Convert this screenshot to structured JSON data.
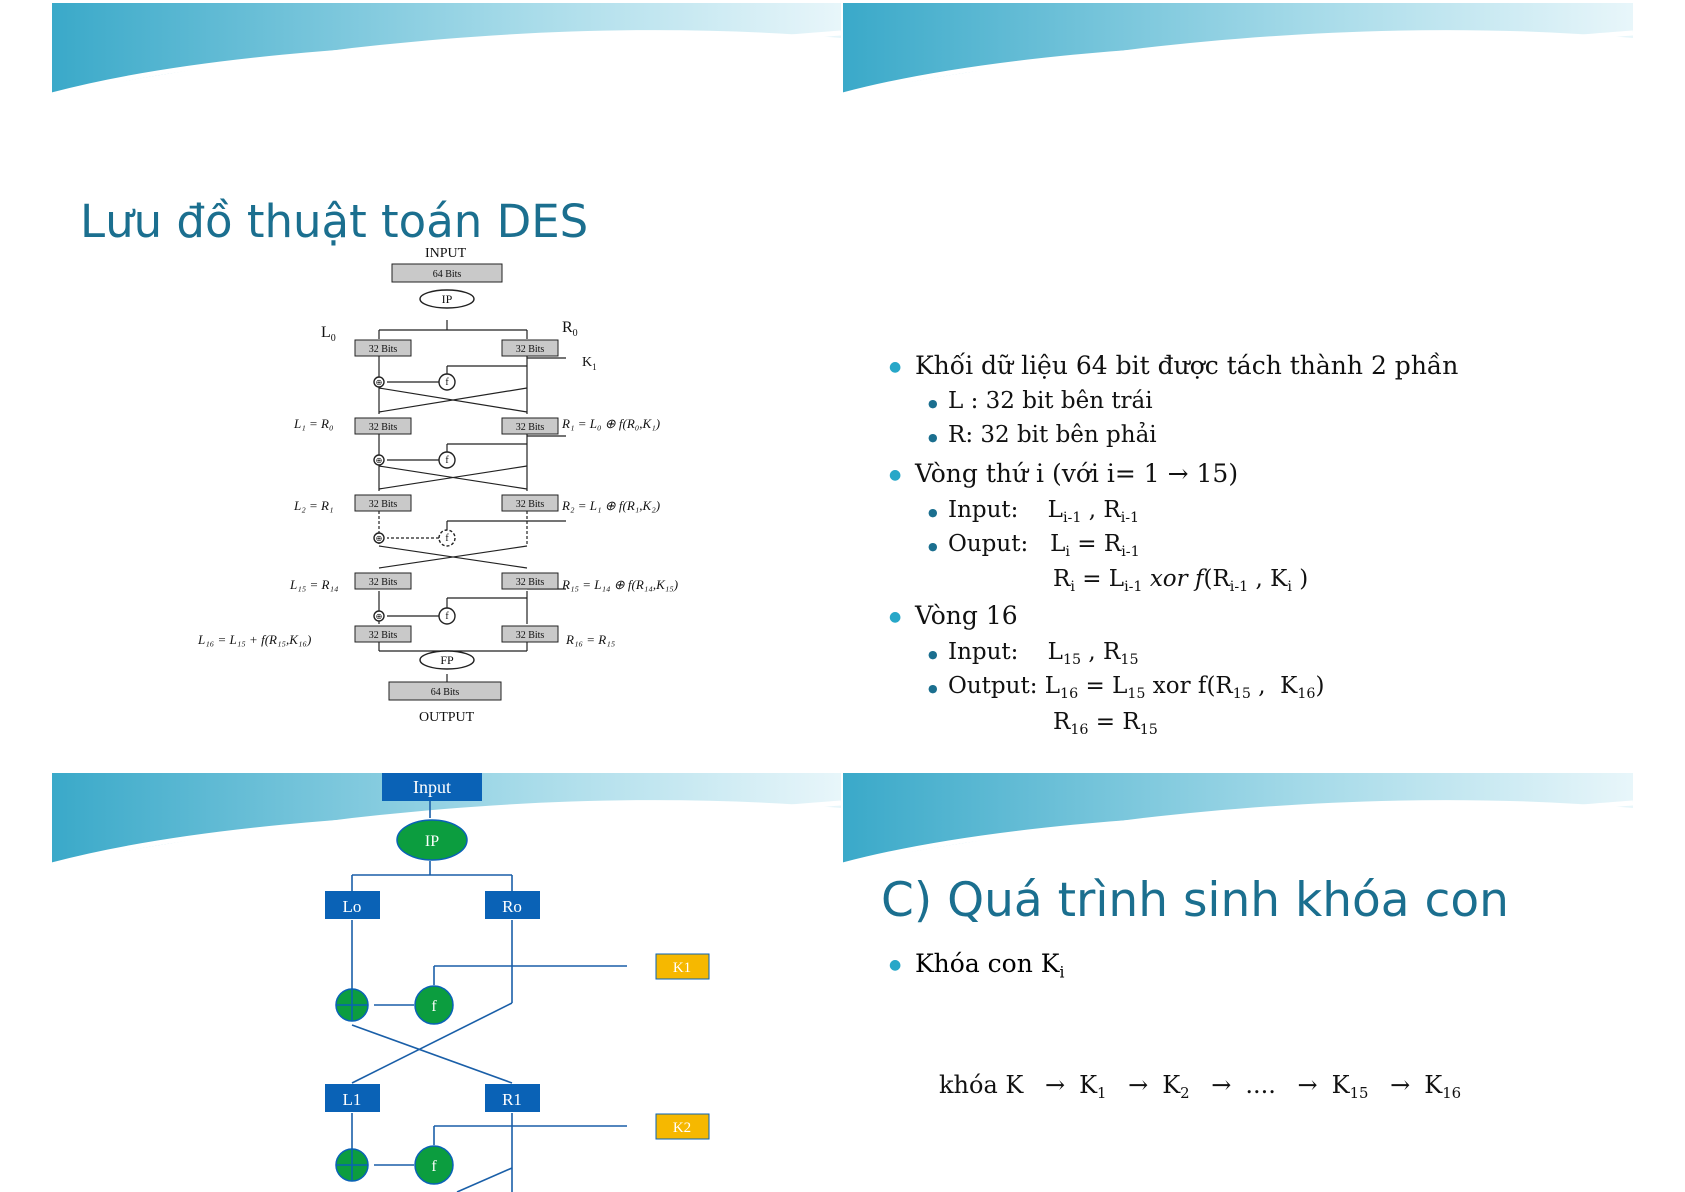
{
  "slide1": {
    "title": "Lưu đồ thuật toán DES",
    "figure": {
      "input": "INPUT",
      "input_box": "64 Bits",
      "ip": "IP",
      "l0": "L",
      "l0_sub": "0",
      "r0": "R",
      "r0_sub": "0",
      "k1": "K",
      "k1_sub": "1",
      "box32": "32 Bits",
      "f": "f",
      "eq_l1": "L₁ = R₀",
      "eq_r1": "R₁ = L₀ ⊕ f(R₀,K₁)",
      "eq_l2": "L₂ = R₁",
      "eq_r2": "R₂ = L₁ ⊕ f(R₁,K₂)",
      "eq_l15": "L₁₅ = R₁₄",
      "eq_r15": "R₁₅ = L₁₄ ⊕ f(R₁₄,K₁₅)",
      "eq_l16": "L₁₆ = L₁₅ + f(R₁₅,K₁₆)",
      "eq_r16": "R₁₆ = R₁₅",
      "fp": "FP",
      "output_box": "64 Bits",
      "output": "OUTPUT"
    }
  },
  "slide2": {
    "b1": "Khối dữ liệu 64 bit được tách thành 2 phần",
    "b1a": "L : 32 bit bên trái",
    "b1b": "R:  32 bit bên phải",
    "b2": "Vòng thứ i  (với i= 1 → 15)",
    "b2a_label": "Input:",
    "b2b_label": "Ouput:",
    "b3": "Vòng 16",
    "b3a_label": "Input:",
    "b3b_label": "Output:",
    "xor": "xor"
  },
  "slide3": {
    "input": "Input",
    "ip": "IP",
    "lo": "Lo",
    "ro": "Ro",
    "k1": "K1",
    "f": "f",
    "l1": "L1",
    "r1": "R1",
    "k2": "K2",
    "colors": {
      "blue": "#0a62b6",
      "green": "#0c9d3f",
      "yellow": "#f6b800"
    }
  },
  "slide4": {
    "title": "C) Quá trình sinh khóa con",
    "b1": "Khóa con K",
    "b1_sub": "i",
    "chain_start": "khóa K",
    "dots": "....",
    "arrow": "→"
  },
  "colors": {
    "title": "#1b6f8f",
    "bullet": "#27a7c8"
  }
}
